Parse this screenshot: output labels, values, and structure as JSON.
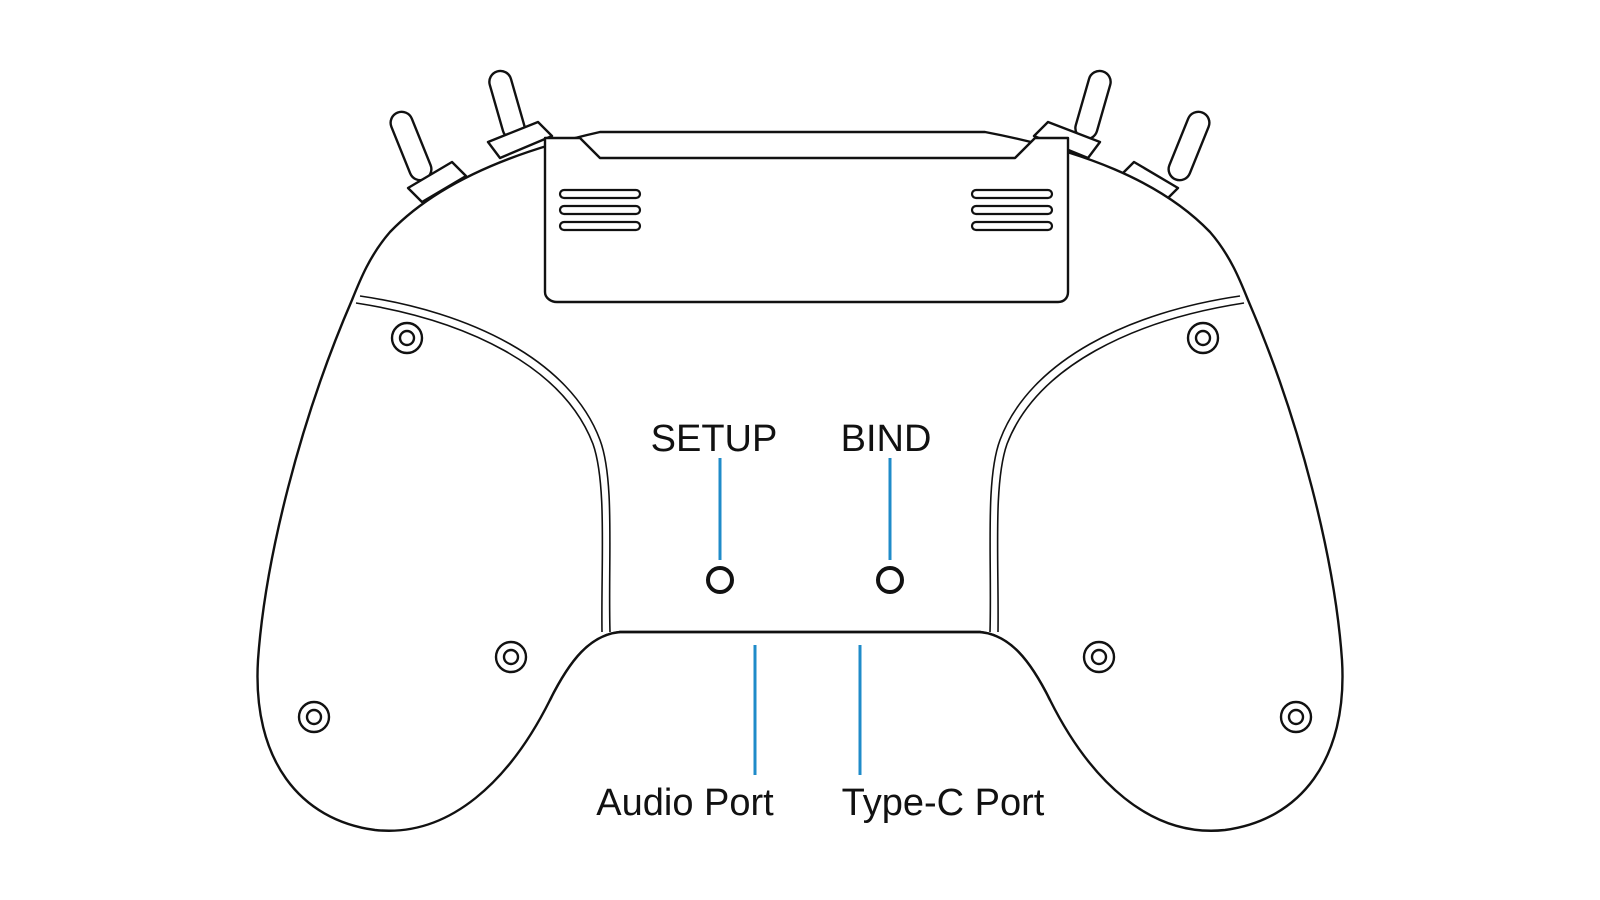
{
  "labels": {
    "setup": "SETUP",
    "bind": "BIND",
    "audio_port": "Audio Port",
    "type_c_port": "Type-C Port"
  },
  "colors": {
    "outline": "#111111",
    "callout": "#1f8bc9",
    "background": "#ffffff"
  }
}
